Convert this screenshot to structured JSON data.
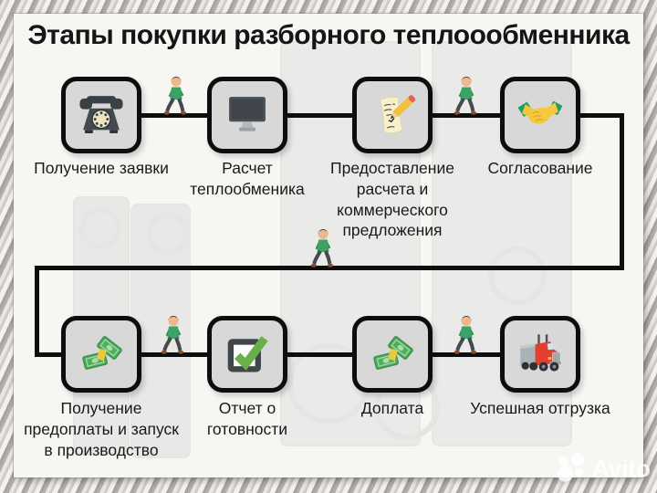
{
  "title": "Этапы покупки разборного теплоообменника",
  "watermark": {
    "brand": "Avito",
    "logo_icon": "avito-dots-logo"
  },
  "colors": {
    "panel_bg": "#f7f6f3",
    "frame_metallic": "#cfccc8",
    "box_fill": "#d8d8d8",
    "line_color": "#0e0e0e",
    "text_color": "#191919",
    "walker_green": "#3ca266",
    "money_green": "#4fae5e",
    "truck_red": "#e23f2f",
    "check_green": "#6ab04a",
    "handshake_yellow": "#f2c33c"
  },
  "steps": [
    {
      "order": 1,
      "label": "Получение заявки",
      "icon": "telephone-icon"
    },
    {
      "order": 2,
      "label": "Расчет\nтеплообменика",
      "icon": "computer-monitor-icon"
    },
    {
      "order": 3,
      "label": "Предоставление\nрасчета и\nкоммерческого\nпредложения",
      "icon": "memo-pencil-icon"
    },
    {
      "order": 4,
      "label": "Согласование",
      "icon": "handshake-icon"
    },
    {
      "order": 5,
      "label": "Получение\nпредоплаты и запуск\nв производство",
      "icon": "money-bundle-icon"
    },
    {
      "order": 6,
      "label": "Отчет о\nготовности",
      "icon": "checkbox-check-icon"
    },
    {
      "order": 7,
      "label": "Доплата",
      "icon": "money-bundle-icon"
    },
    {
      "order": 8,
      "label": "Успешная отгрузка",
      "icon": "truck-icon"
    }
  ],
  "connectors": {
    "walker_icon": "walking-person-icon",
    "walker_count": 5
  }
}
